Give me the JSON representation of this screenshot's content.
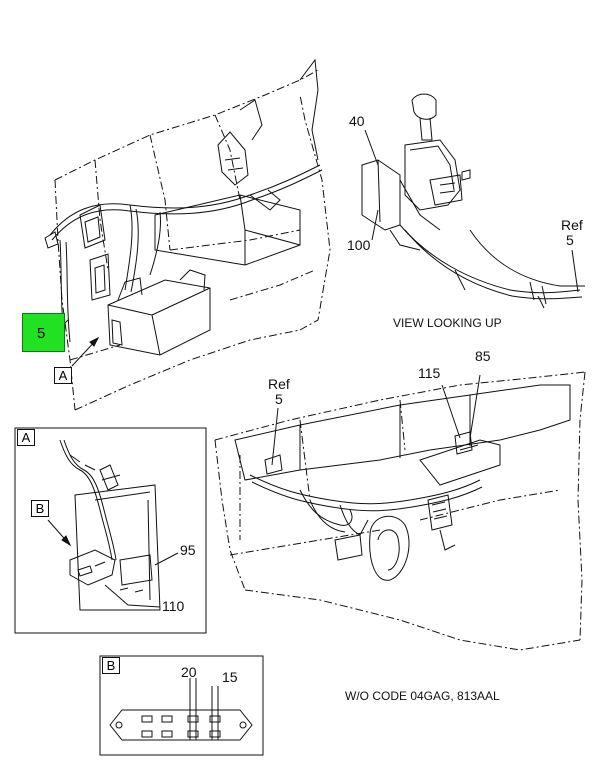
{
  "callouts": {
    "c5_main": "5",
    "c40": "40",
    "c100": "100",
    "ref_top": "Ref",
    "c5_ref_top": "5",
    "c85": "85",
    "c115": "115",
    "ref_mid": "Ref",
    "c5_ref_mid": "5",
    "c95": "95",
    "c110": "110",
    "c20": "20",
    "c15": "15"
  },
  "view_labels": {
    "a_main": "A",
    "a_inset": "A",
    "b_inset_ptr": "B",
    "b_inset": "B"
  },
  "captions": {
    "view_looking_up": "VIEW LOOKING UP",
    "wo_code": "W/O CODE 04GAG, 813AAL"
  },
  "colors": {
    "highlight": "#22e022",
    "line": "#111111"
  }
}
